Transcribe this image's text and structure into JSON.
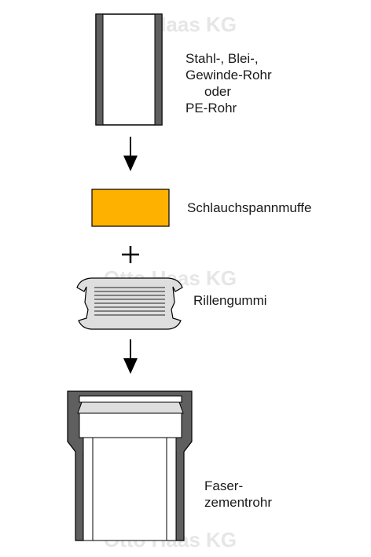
{
  "watermark": "Otto Haas KG",
  "labels": {
    "pipe": [
      "Stahl-, Blei-,",
      "Gewinde-Rohr",
      "oder",
      "PE-Rohr"
    ],
    "sleeve": "Schlauchspannmuffe",
    "rubber": "Rillengummi",
    "fiber_cement": [
      "Faser-",
      "zementrohr"
    ]
  },
  "symbols": {
    "arrow": "down-arrow",
    "plus": "+"
  },
  "colors": {
    "pipe_wall": "#5f5f5f",
    "sleeve_fill": "#ffb100",
    "rubber_fill": "#d9d9d9",
    "outline": "#000000"
  }
}
